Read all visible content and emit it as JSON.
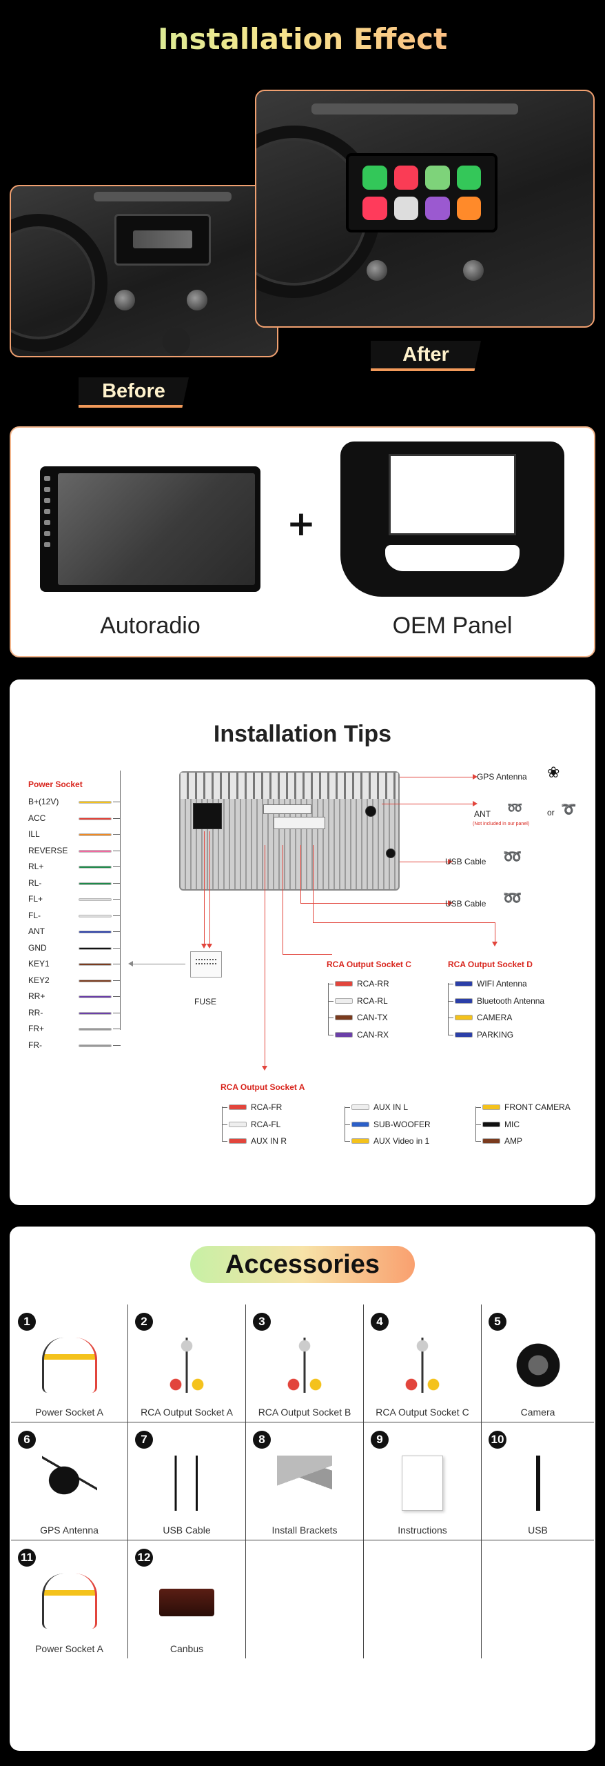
{
  "effect": {
    "title": "Installation Effect",
    "before_label": "Before",
    "after_label": "After"
  },
  "products": {
    "radio_caption": "Autoradio",
    "panel_caption": "OEM Panel",
    "plus": "+"
  },
  "tips": {
    "title": "Installation Tips",
    "power_socket_title": "Power Socket",
    "power_pins": [
      {
        "label": "B+(12V)",
        "color": "#f4c21c"
      },
      {
        "label": "ACC",
        "color": "#e2453c"
      },
      {
        "label": "ILL",
        "color": "#f08a24"
      },
      {
        "label": "REVERSE",
        "color": "#f06aa0"
      },
      {
        "label": "RL+",
        "color": "#1e8a4a"
      },
      {
        "label": "RL-",
        "color": "#1e8a4a"
      },
      {
        "label": "FL+",
        "color": "#dddddd"
      },
      {
        "label": "FL-",
        "color": "#dddddd"
      },
      {
        "label": "ANT",
        "color": "#2b3fa8"
      },
      {
        "label": "GND",
        "color": "#111111"
      },
      {
        "label": "KEY1",
        "color": "#7a3b1e"
      },
      {
        "label": "KEY2",
        "color": "#7a3b1e"
      },
      {
        "label": "RR+",
        "color": "#6b3fa8"
      },
      {
        "label": "RR-",
        "color": "#6b3fa8"
      },
      {
        "label": "FR+",
        "color": "#999999"
      },
      {
        "label": "FR-",
        "color": "#999999"
      }
    ],
    "gps_antenna": "GPS Antenna",
    "ant": "ANT",
    "ant_note": "(Not included in our panel)",
    "or": "or",
    "usb_cable_1": "USB Cable",
    "usb_cable_2": "USB Cable",
    "fuse": "FUSE",
    "socket_c": {
      "title": "RCA Output Socket C",
      "items": [
        {
          "label": "RCA-RR",
          "color": "#e2453c"
        },
        {
          "label": "RCA-RL",
          "color": "#eeeeee"
        },
        {
          "label": "CAN-TX",
          "color": "#7a3b1e"
        },
        {
          "label": "CAN-RX",
          "color": "#6b3fa8"
        }
      ]
    },
    "socket_d": {
      "title": "RCA Output Socket D",
      "items": [
        {
          "label": "WIFI Antenna",
          "color": "#2b3fa8"
        },
        {
          "label": "Bluetooth Antenna",
          "color": "#2b3fa8"
        },
        {
          "label": "CAMERA",
          "color": "#f4c21c"
        },
        {
          "label": "PARKING",
          "color": "#2b3fa8"
        }
      ]
    },
    "socket_a": {
      "title": "RCA Output Socket A",
      "col1": [
        {
          "label": "RCA-FR",
          "color": "#e2453c"
        },
        {
          "label": "RCA-FL",
          "color": "#eeeeee"
        },
        {
          "label": "AUX IN R",
          "color": "#e2453c"
        }
      ],
      "col2": [
        {
          "label": "AUX IN L",
          "color": "#eeeeee"
        },
        {
          "label": "SUB-WOOFER",
          "color": "#2b5fc8"
        },
        {
          "label": "AUX Video in 1",
          "color": "#f4c21c"
        }
      ],
      "col3": [
        {
          "label": "FRONT CAMERA",
          "color": "#f4c21c"
        },
        {
          "label": "MIC",
          "color": "#111111"
        },
        {
          "label": "AMP",
          "color": "#7a3b1e"
        }
      ]
    }
  },
  "accessories": {
    "title": "Accessories",
    "items": [
      {
        "num": "1",
        "label": "Power Socket A",
        "icon": "harness-icon"
      },
      {
        "num": "2",
        "label": "RCA Output Socket A",
        "icon": "rca-cable-icon"
      },
      {
        "num": "3",
        "label": "RCA Output Socket B",
        "icon": "rca-cable-icon"
      },
      {
        "num": "4",
        "label": "RCA Output Socket C",
        "icon": "rca-cable-icon"
      },
      {
        "num": "5",
        "label": "Camera",
        "icon": "camera-icon"
      },
      {
        "num": "6",
        "label": "GPS Antenna",
        "icon": "gps-antenna-icon"
      },
      {
        "num": "7",
        "label": "USB Cable",
        "icon": "usb-cable-icon"
      },
      {
        "num": "8",
        "label": "Install Brackets",
        "icon": "bracket-icon"
      },
      {
        "num": "9",
        "label": "Instructions",
        "icon": "manual-icon"
      },
      {
        "num": "10",
        "label": "USB",
        "icon": "usb-icon"
      },
      {
        "num": "11",
        "label": "Power Socket A",
        "icon": "harness-icon"
      },
      {
        "num": "12",
        "label": "Canbus",
        "icon": "canbus-box-icon"
      }
    ]
  }
}
